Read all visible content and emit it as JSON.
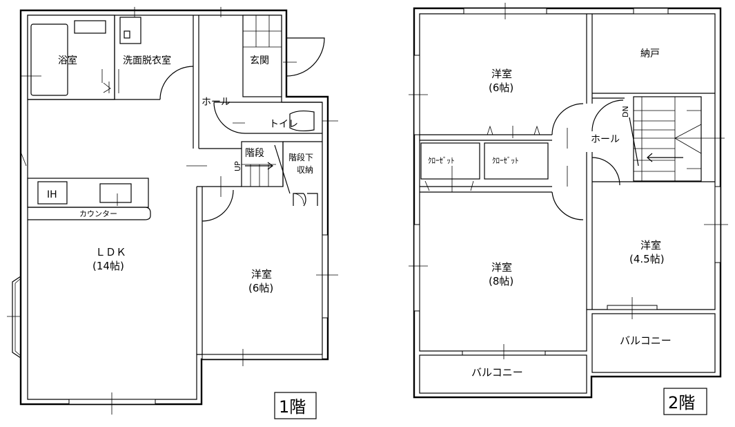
{
  "floor1": {
    "tag": "1階",
    "rooms": {
      "bath": "浴室",
      "washroom": "洗面脱衣室",
      "entrance": "玄関",
      "hall": "ホール",
      "toilet": "トイレ",
      "stairs": "階段",
      "under_stairs_1": "階段下",
      "under_stairs_2": "収納",
      "ldk_1": "ＬＤＫ",
      "ldk_2": "(14帖)",
      "western_1": "洋室",
      "western_2": "(6帖)",
      "counter": "カウンター",
      "ih": "IH",
      "up": "UP"
    }
  },
  "floor2": {
    "tag": "2階",
    "rooms": {
      "western_a_1": "洋室",
      "western_a_2": "(6帖)",
      "storage": "納戸",
      "closet_1": "ｸﾛｰｾﾞｯﾄ",
      "closet_2": "ｸﾛｰｾﾞｯﾄ",
      "hall": "ホール",
      "dn": "DN",
      "western_b_1": "洋室",
      "western_b_2": "(8帖)",
      "western_c_1": "洋室",
      "western_c_2": "(4.5帖)",
      "balcony_1": "バルコニー",
      "balcony_2": "バルコニー"
    }
  }
}
